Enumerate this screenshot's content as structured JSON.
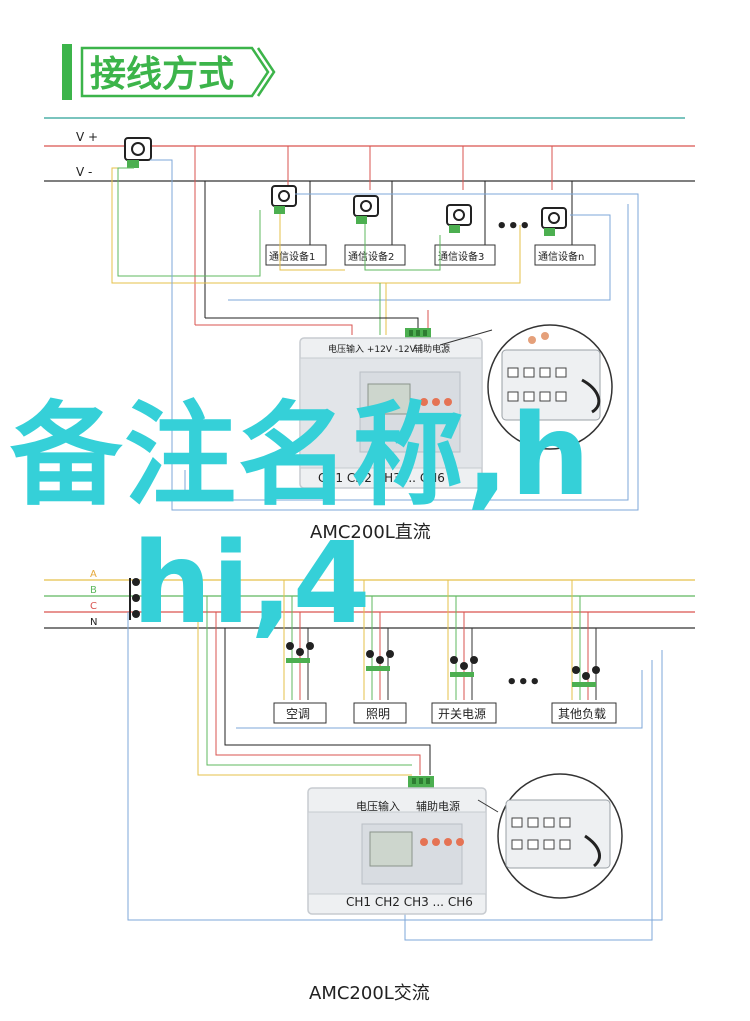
{
  "header": {
    "title": "接线方式"
  },
  "colors": {
    "accent_green": "#3cb44a",
    "red_wire": "#d9534f",
    "blue_wire": "#7ea7d8",
    "yellow_wire": "#e5c04a",
    "green_wire": "#5fb85f",
    "dark_wire": "#222222",
    "overlay_text": "#35d0d8",
    "teal_rule": "#2aa198"
  },
  "dc_diagram": {
    "bus_labels": [
      "V +",
      "V -"
    ],
    "devices": [
      "通信设备1",
      "通信设备2",
      "通信设备3",
      "通信设备n"
    ],
    "ellipsis": "•••",
    "meter_top_labels": [
      "电压输入 +12V -12V",
      "辅助电源"
    ],
    "channel_label": "CH1 CH2 CH3 ... CH6",
    "caption": "AMC200L直流"
  },
  "ac_diagram": {
    "bus_labels": [
      "A",
      "B",
      "C",
      "N"
    ],
    "loads": [
      "空调",
      "照明",
      "开关电源",
      "其他负载"
    ],
    "ellipsis": "•••",
    "meter_top_labels": [
      "电压输入",
      "辅助电源"
    ],
    "channel_label": "CH1 CH2 CH3 ... CH6",
    "caption": "AMC200L交流"
  },
  "overlay": {
    "line1": "备注名称,h",
    "line2": "hi,4"
  },
  "icons": [
    "current-sensor-icon",
    "terminal-block-icon",
    "meter-device-icon",
    "zoom-detail-icon"
  ]
}
